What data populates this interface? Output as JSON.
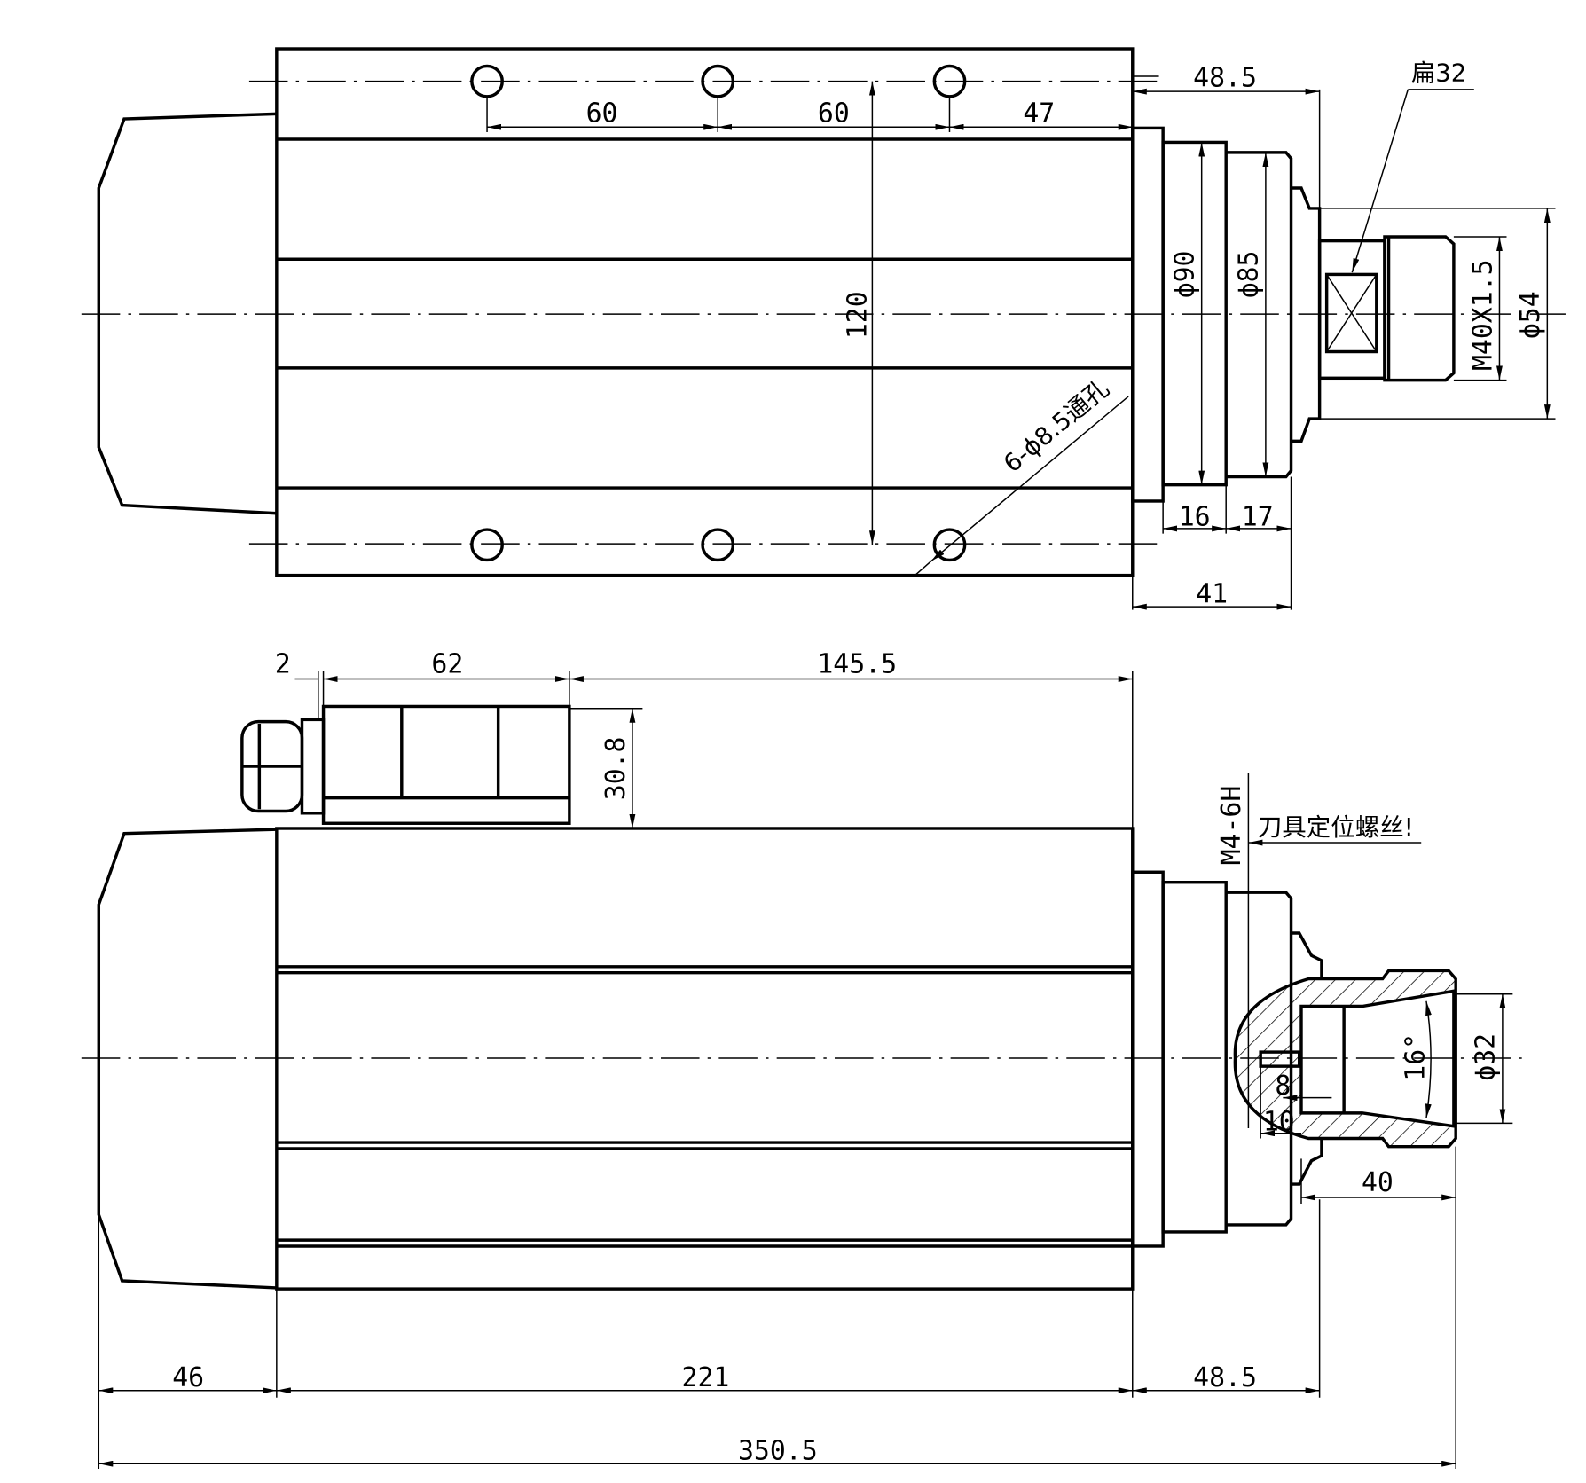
{
  "top_view": {
    "dim_48_5": "48.5",
    "flat_label": "扁32",
    "dim_60a": "60",
    "dim_60b": "60",
    "dim_47": "47",
    "dim_120": "120",
    "dim_phi90": "ϕ90",
    "dim_phi85": "ϕ85",
    "dim_thread": "M40X1.5",
    "dim_phi54": "ϕ54",
    "holes_note": "6-ϕ8.5通孔",
    "dim_16": "16",
    "dim_17": "17",
    "dim_41": "41"
  },
  "side_view": {
    "dim_2": "2",
    "dim_62": "62",
    "dim_145_5": "145.5",
    "dim_30_8": "30.8",
    "screw_spec": "M4-6H",
    "screw_note": "刀具定位螺丝!",
    "dim_16deg": "16°",
    "dim_phi32": "ϕ32",
    "dim_8": "8",
    "dim_10": "10",
    "dim_40": "40",
    "dim_46": "46",
    "dim_221": "221",
    "dim_48_5": "48.5",
    "dim_350_5": "350.5"
  }
}
